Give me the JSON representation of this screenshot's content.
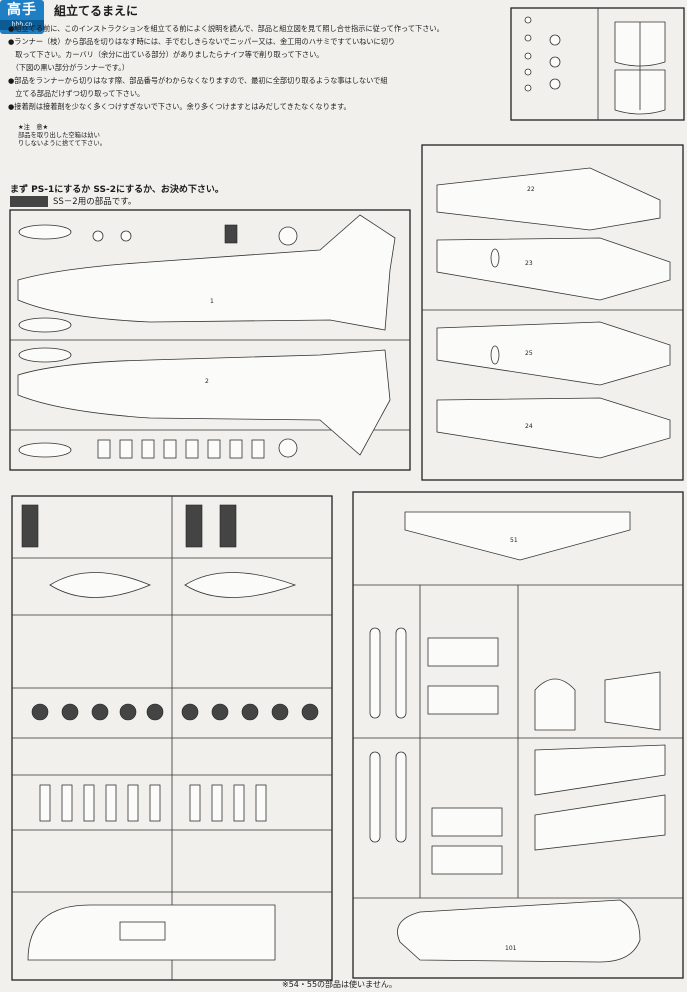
{
  "logo": {
    "text": "高手",
    "url": "hhh.cn"
  },
  "heading": "組立てるまえに",
  "notes": [
    "●組立てる前に、このインストラクションを組立てる前によく説明を読んで、部品と組立図を見て照し合せ指示に従って作って下さい。",
    "●ランナー（枝）から部品を切りはなす時には、手でむしきらないでニッパー又は、金工用のハサミですていねいに切り",
    "　取って下さい。カーバリ（余分に出ている部分）がありましたらナイフ等で削り取って下さい。",
    "　（下図の黒い部分がランナーです。）",
    "●部品をランナーから切りはなす際、部品番号がわからなくなりますので、最初に全部切り取るような事はしないで組",
    "　立てる部品だけずつ切り取って下さい。",
    "●接着剤は接着剤を少なく多くつけすぎないで下さい。余り多くつけますとはみだしてきたなくなります。"
  ],
  "caution": {
    "title": "★注　意★",
    "lines": [
      "部品を取り出した空箱は幼い",
      "りしないように捨てて下さい。"
    ]
  },
  "choose_text": "まず PS-1にするか SS-2にするか、お決め下さい。",
  "ss2_legend": "SS－2用の部品です。",
  "footnote": "※54・55の部品は使いません。",
  "part_numbers": {
    "fuselage_left": "1",
    "fuselage_right": "2",
    "wing_upper_l": "22",
    "wing_upper_r": "23",
    "wing_lower_l": "25",
    "wing_lower_r": "24",
    "stab": "51",
    "hull_marking": "101"
  },
  "colors": {
    "ink": "#1a1a1a",
    "paper": "#f1f0ec",
    "logo_blue": "#1f7fc4"
  }
}
